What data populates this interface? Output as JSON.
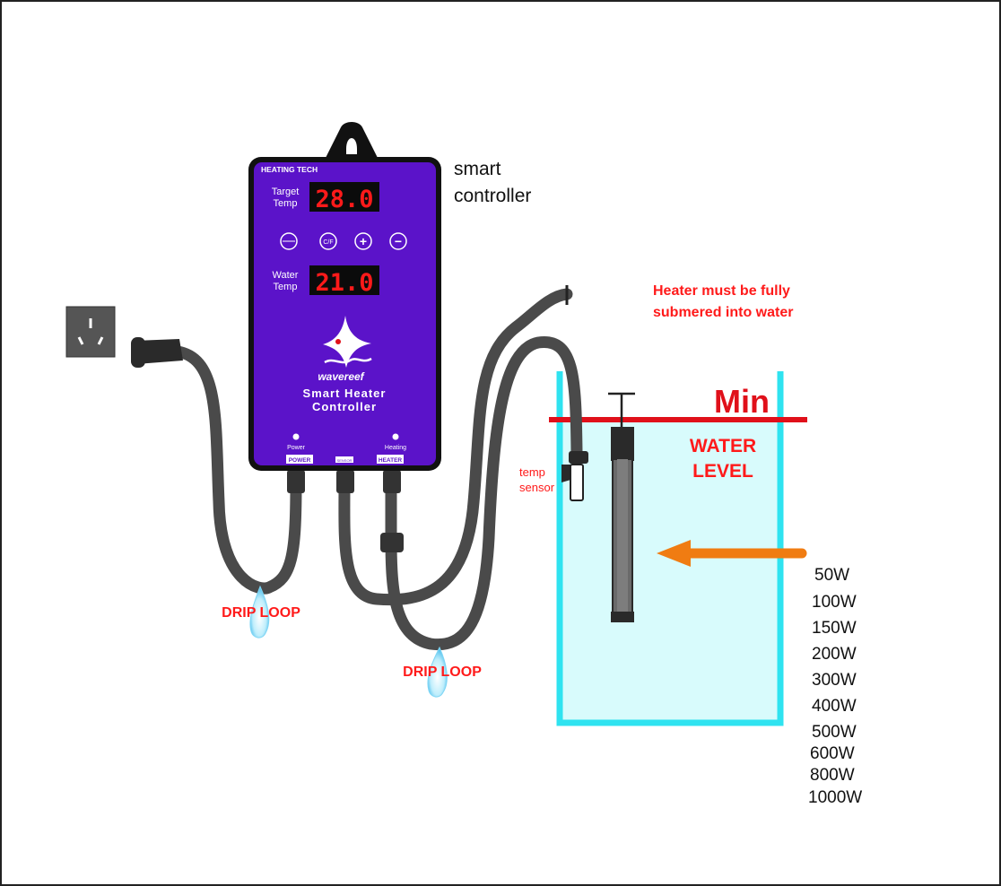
{
  "labels": {
    "smart_controller_line1": "smart",
    "smart_controller_line2": "controller",
    "heater_note_line1": "Heater must be fully",
    "heater_note_line2": "submered into water",
    "min": "Min",
    "water_level_line1": "WATER",
    "water_level_line2": "LEVEL",
    "temp_sensor_line1": "temp",
    "temp_sensor_line2": "sensor",
    "drip_loop_left": "DRIP LOOP",
    "drip_loop_right": "DRIP LOOP"
  },
  "controller": {
    "brand_tag": "HEATING TECH",
    "target_label_line1": "Target",
    "target_label_line2": "Temp",
    "target_value": "28.0",
    "water_label_line1": "Water",
    "water_label_line2": "Temp",
    "water_value": "21.0",
    "button_cf": "C/F",
    "button_plus": "+",
    "button_minus": "−",
    "brand_name": "wavereef",
    "product_line1": "Smart Heater",
    "product_line2": "Controller",
    "power_led_label": "Power",
    "heating_led_label": "Heating",
    "port_power": "POWER",
    "port_sensor": "SENSOR",
    "port_heater": "HEATER"
  },
  "wattages": [
    "50W",
    "100W",
    "150W",
    "200W",
    "300W",
    "400W",
    "500W",
    "600W",
    "800W",
    "1000W"
  ],
  "colors": {
    "controller_body": "#5b13c9",
    "frame": "#111111",
    "display_bg": "#0b0b0b",
    "display_digits": "#ff1a1a",
    "cable": "#4a4a4a",
    "tank_border": "#2fe3f0",
    "tank_water": "#d8fbfc",
    "water_line": "#e0101a",
    "warning_text": "#ff1a1a",
    "arrow": "#f07c12",
    "drop": "#7fd6f5"
  },
  "icons": [
    "wall-outlet-icon",
    "wavereef-logo-icon",
    "water-drop-icon",
    "heater-arrow-icon"
  ]
}
